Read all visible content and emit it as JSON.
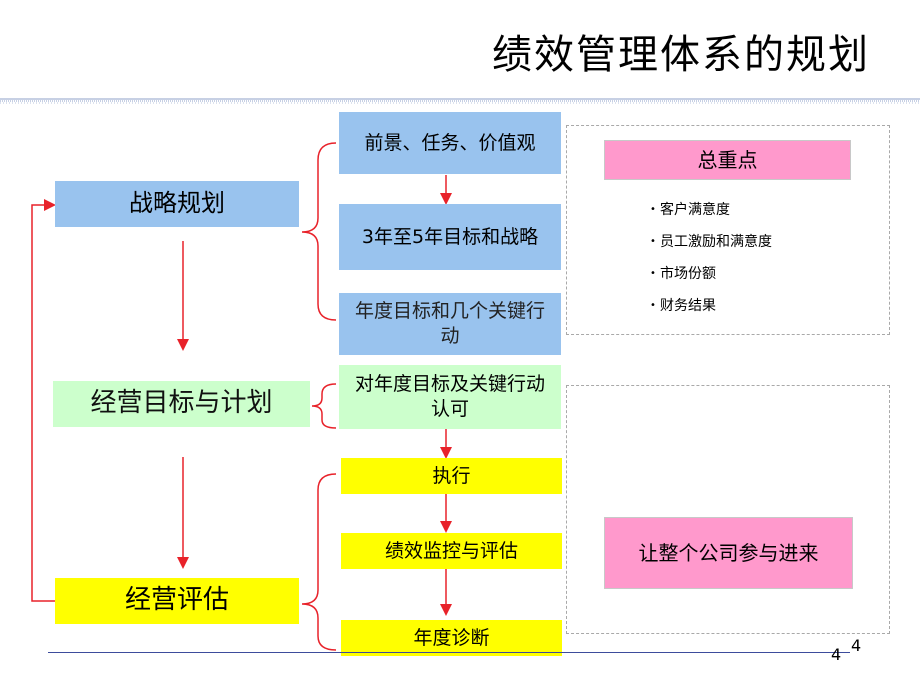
{
  "title": "绩效管理体系的规划",
  "left_stages": {
    "strategy": "战略规划",
    "objectives": "经营目标与计划",
    "evaluation": "经营评估"
  },
  "flow": {
    "vision": "前景、任务、价值观",
    "goals": "3年至5年目标和战略",
    "annual": "年度目标和几个关键行动",
    "approval": "对年度目标及关键行动认可",
    "execute": "执行",
    "monitor": "绩效监控与评估",
    "diagnose": "年度诊断"
  },
  "focus": {
    "heading": "总重点",
    "items": [
      "客户满意度",
      "员工激励和满意度",
      "市场份额",
      "财务结果"
    ]
  },
  "engagement": "让整个公司参与进来",
  "page_number": "4",
  "page_number_shadow": "4",
  "colors": {
    "blue": "#99c3ee",
    "green": "#ccffcc",
    "yellow": "#ffff00",
    "pink": "#ff99cc",
    "arrow": "#e8222a"
  }
}
